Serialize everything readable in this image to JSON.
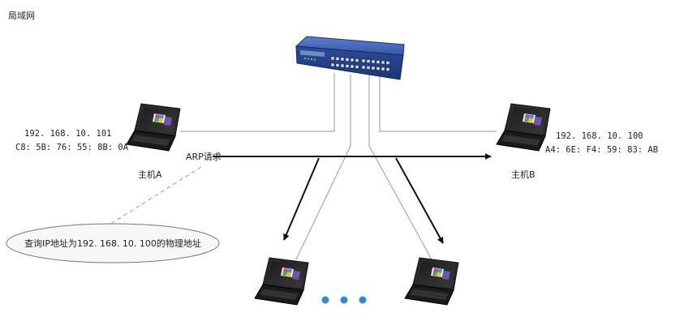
{
  "diagram": {
    "title": "局域网",
    "host_a": {
      "name": "主机A",
      "ip": "192. 168. 10. 101",
      "mac": "C8: 5B: 76: 55: 8B: 0A"
    },
    "host_b": {
      "name": "主机B",
      "ip": "192. 168. 10. 100",
      "mac": "A4: 6E: F4: 59: 83: AB"
    },
    "arp_label": "ARP请求",
    "callout": "查询IP地址为192. 168. 10. 100的物理地址"
  },
  "colors": {
    "line": "#9a9a9a",
    "arrow": "#111111",
    "switch_blue": "#2b4f9e",
    "dot_blue": "#2f8bd6",
    "callout_border": "#777777",
    "callout_fill": "#f7f7f7"
  },
  "icons": [
    "network-switch-icon",
    "laptop-icon",
    "ellipsis-dots-icon"
  ]
}
